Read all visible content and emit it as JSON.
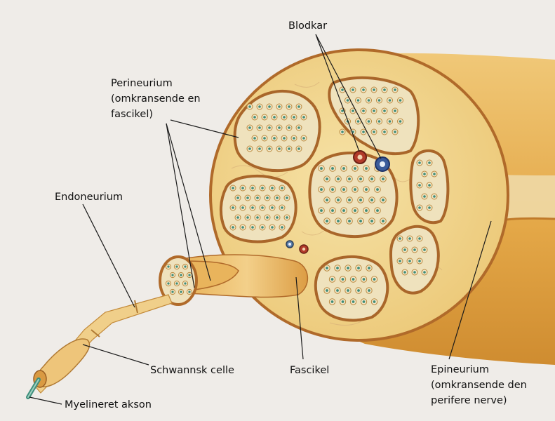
{
  "labels": {
    "blodkar": "Blodkar",
    "perineurium": [
      "Perineurium",
      "(omkransende en",
      "fascikel)"
    ],
    "endoneurium": "Endoneurium",
    "schwann": "Schwannsk celle",
    "fascikel": "Fascikel",
    "epineurium": [
      "Epineurium",
      "(omkransende den",
      "perifere nerve)"
    ],
    "akson": "Myelineret akson"
  },
  "colors": {
    "paper": "#efece8",
    "nerve_body": "#e7b658",
    "nerve_shadow": "#c98a2a",
    "outline": "#a9662a",
    "fascicle_fill": "#efe2bd",
    "axon_green": "#3e8c78",
    "artery_red": "#b23a2a",
    "vein_blue": "#3a5b9a"
  }
}
